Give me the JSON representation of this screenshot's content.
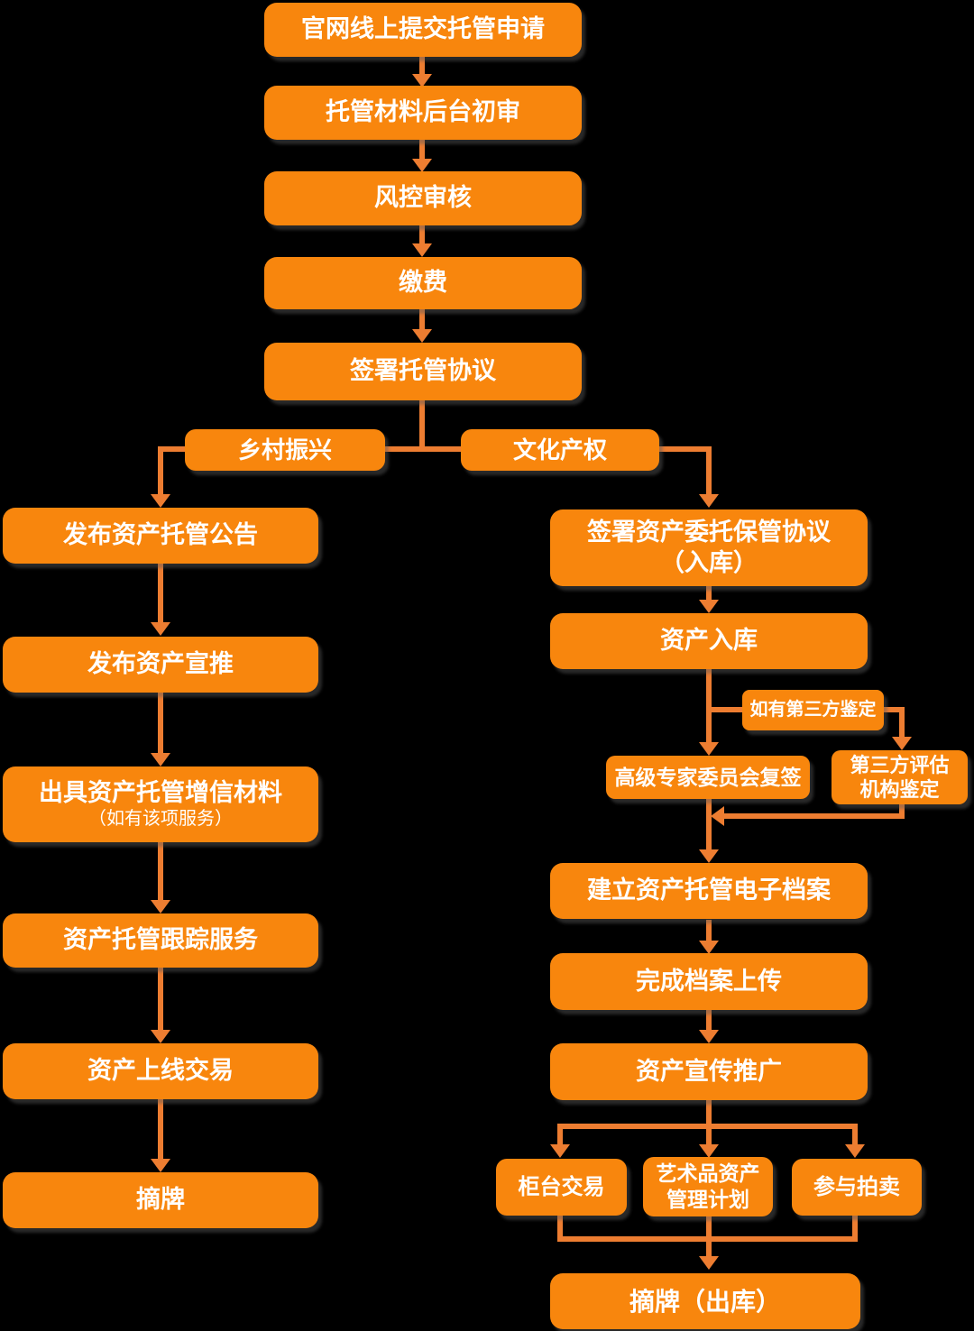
{
  "colors": {
    "background": "#000000",
    "box_fill": "#F8860D",
    "connector": "#ED7D31",
    "text": "#FFFFFF"
  },
  "flowchart": {
    "main": {
      "submit_application": "官网线上提交托管申请",
      "material_review": "托管材料后台初审",
      "risk_control_review": "风控审核",
      "pay_fee": "缴费",
      "sign_custody_agreement": "签署托管协议"
    },
    "branches": {
      "rural_revitalization": "乡村振兴",
      "cultural_property": "文化产权"
    },
    "rural_path": {
      "publish_custody_announcement": "发布资产托管公告",
      "publish_asset_promotion": "发布资产宣推",
      "issue_credit_materials": "出具资产托管增信材料",
      "issue_credit_materials_note": "（如有该项服务）",
      "custody_tracking_service": "资产托管跟踪服务",
      "asset_online_trading": "资产上线交易",
      "delist": "摘牌"
    },
    "cultural_path": {
      "sign_storage_agreement": "签署资产委托保管协议\n（入库）",
      "asset_into_storage": "资产入库",
      "third_party_condition": "如有第三方鉴定",
      "expert_committee_recheck": "高级专家委员会复签",
      "third_party_evaluation": "第三方评估\n机构鉴定",
      "create_electronic_archive": "建立资产托管电子档案",
      "complete_archive_upload": "完成档案上传",
      "asset_promotion": "资产宣传推广",
      "counter_trading": "柜台交易",
      "artwork_management_plan": "艺术品资产\n管理计划",
      "participate_auction": "参与拍卖",
      "delist_out_of_storage": "摘牌（出库）"
    }
  }
}
